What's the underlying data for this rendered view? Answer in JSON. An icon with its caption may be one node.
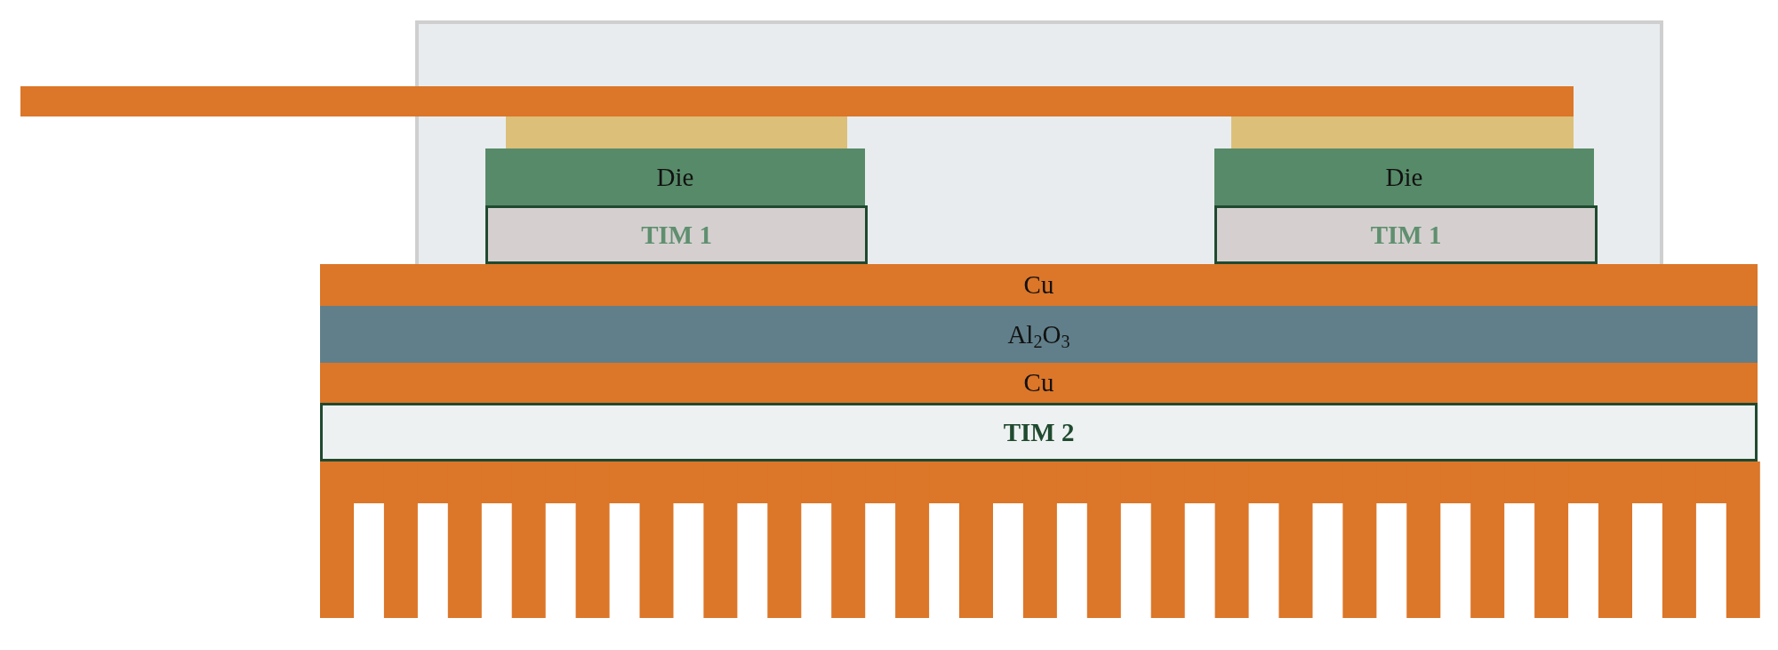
{
  "diagram": {
    "nodes": [
      {
        "text": [
          "Die"
        ]
      },
      {
        "text": [
          "TIM 1"
        ]
      },
      {
        "text": [
          "Die"
        ]
      },
      {
        "text": [
          "TIM 1"
        ]
      },
      {
        "text": [
          "Cu"
        ]
      },
      {
        "text": [
          "Al$_{2}$O$_{3}$"
        ]
      },
      {
        "text": [
          "Cu"
        ]
      },
      {
        "text": [
          "TIM 2"
        ]
      }
    ]
  }
}
